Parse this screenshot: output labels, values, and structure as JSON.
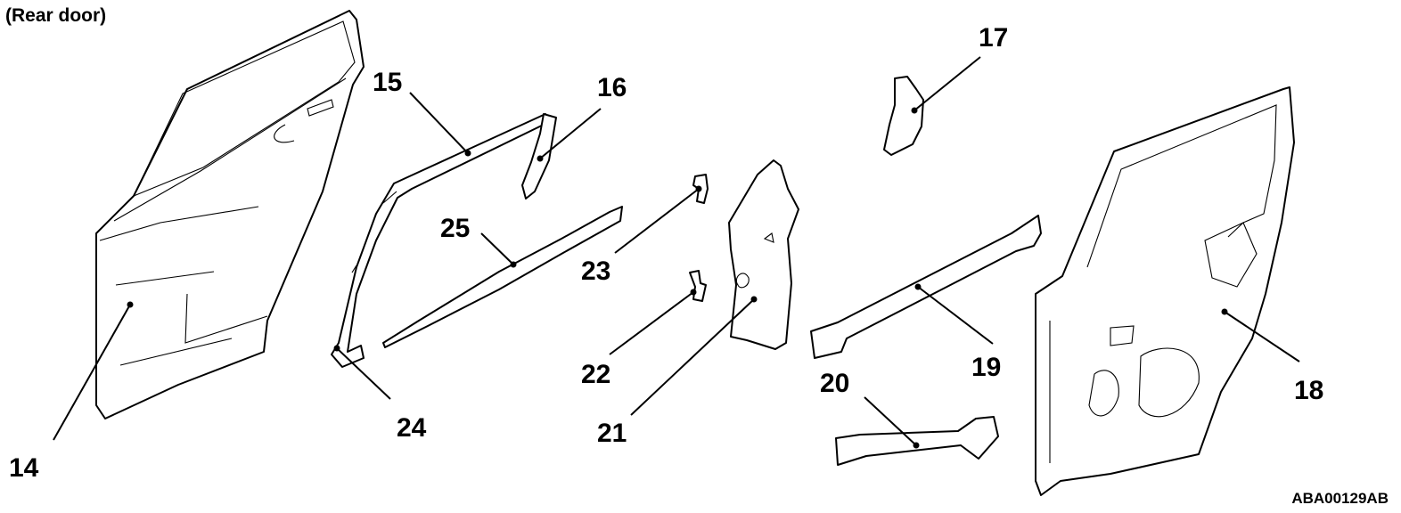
{
  "title": "(Rear door)",
  "figure_code": "ABA00129AB",
  "callouts": [
    {
      "id": "14",
      "label": "14"
    },
    {
      "id": "15",
      "label": "15"
    },
    {
      "id": "16",
      "label": "16"
    },
    {
      "id": "17",
      "label": "17"
    },
    {
      "id": "18",
      "label": "18"
    },
    {
      "id": "19",
      "label": "19"
    },
    {
      "id": "20",
      "label": "20"
    },
    {
      "id": "21",
      "label": "21"
    },
    {
      "id": "22",
      "label": "22"
    },
    {
      "id": "23",
      "label": "23"
    },
    {
      "id": "24",
      "label": "24"
    },
    {
      "id": "25",
      "label": "25"
    }
  ]
}
